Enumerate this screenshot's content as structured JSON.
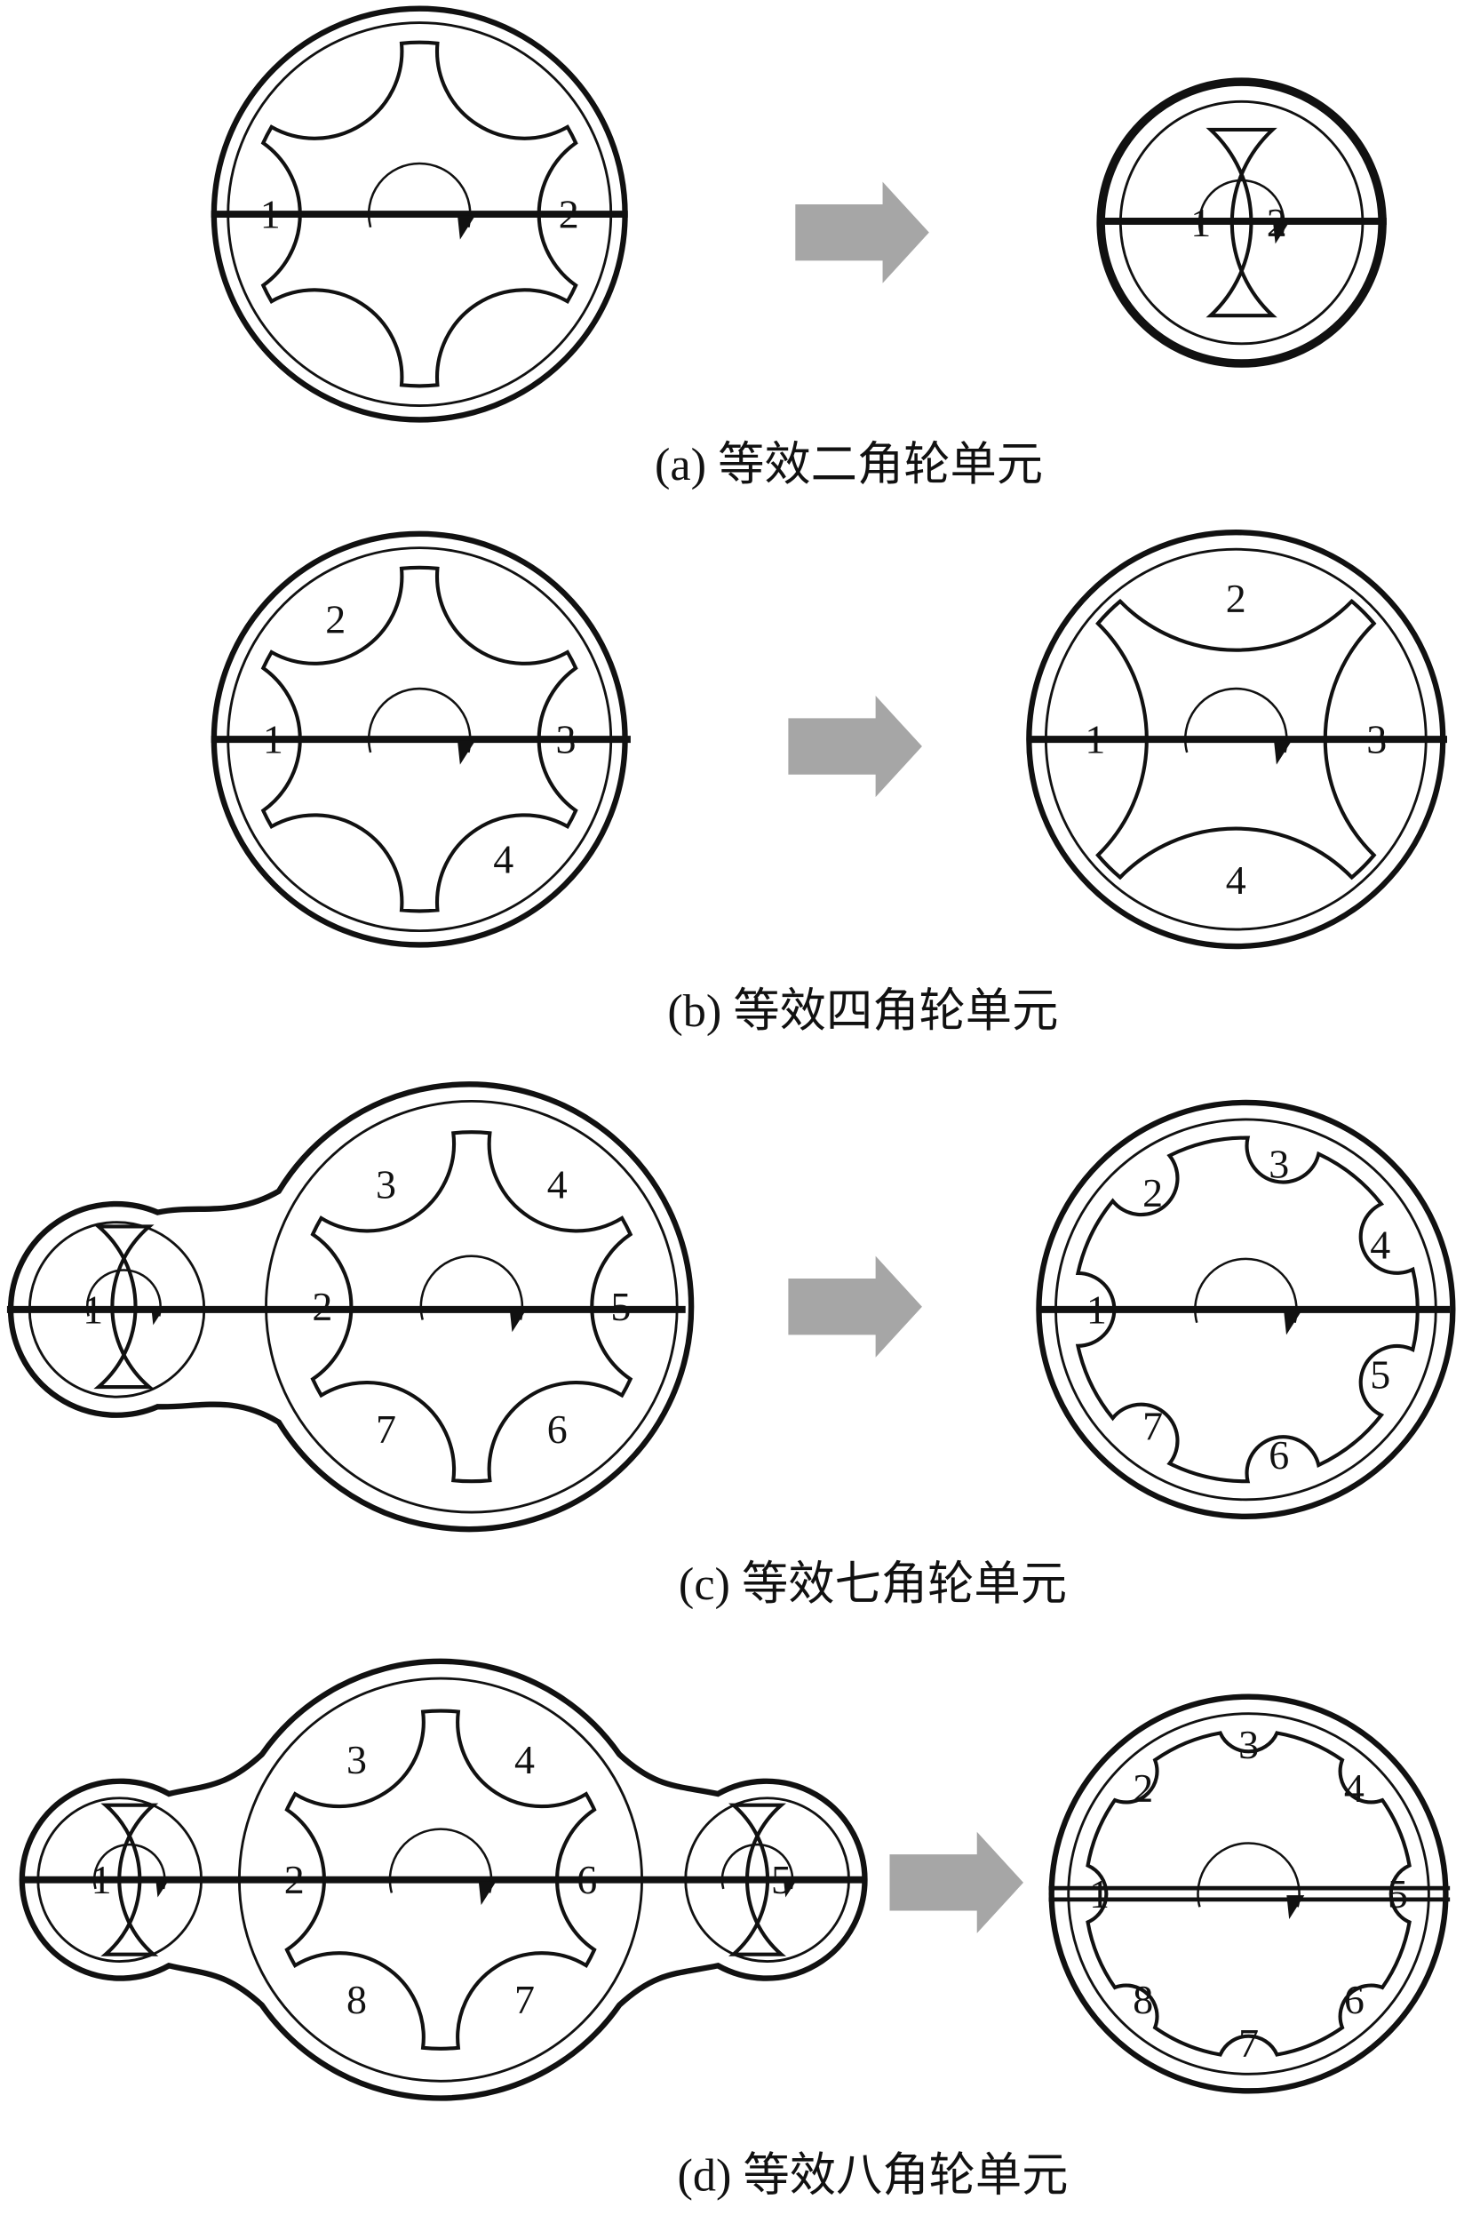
{
  "figures": [
    {
      "caption": "(a)  等效二角轮单元",
      "units": [
        {
          "labels": [
            "1",
            null,
            null,
            "2",
            null,
            null
          ]
        },
        {
          "labels": [
            "1",
            "2"
          ]
        }
      ]
    },
    {
      "caption": "(b)  等效四角轮单元",
      "units": [
        {
          "labels": [
            "1",
            "2",
            null,
            "3",
            "4",
            null
          ]
        },
        {
          "labels": [
            "1",
            "2",
            "3",
            "4"
          ]
        }
      ]
    },
    {
      "caption": "(c)  等效七角轮单元",
      "units": [
        {
          "labels": [
            "1"
          ]
        },
        {
          "labels": [
            "2",
            "3",
            "4",
            "5",
            "6",
            "7"
          ]
        },
        {
          "labels": [
            "1",
            "2",
            "3",
            "4",
            "5",
            "6",
            "7"
          ]
        }
      ]
    },
    {
      "caption": "(d)  等效八角轮单元",
      "units": [
        {
          "labels": [
            "1"
          ]
        },
        {
          "labels": [
            "2",
            "3",
            "4",
            "6",
            "7",
            "8"
          ]
        },
        {
          "labels": [
            "5"
          ]
        },
        {
          "labels": [
            "1",
            "2",
            "3",
            "4",
            "5",
            "6",
            "7",
            "8"
          ]
        }
      ]
    }
  ],
  "colors": {
    "stroke": "#111111",
    "arrow": "#a6a6a6",
    "background": "#ffffff"
  }
}
